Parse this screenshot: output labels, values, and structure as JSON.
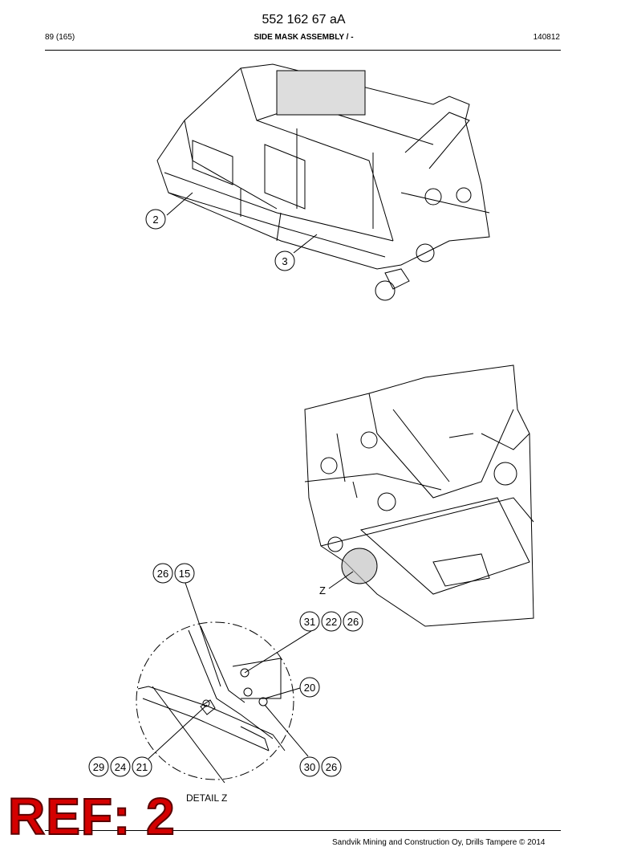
{
  "header": {
    "doc_number": "552 162 67 aA",
    "page": "89 (165)",
    "title": "SIDE MASK ASSEMBLY / -",
    "code": "140812"
  },
  "callouts": {
    "c2": "2",
    "c3": "3",
    "c26a": "26",
    "c15": "15",
    "c31": "31",
    "c22": "22",
    "c26b": "26",
    "c20": "20",
    "c29": "29",
    "c24": "24",
    "c21": "21",
    "c30": "30",
    "c26c": "26"
  },
  "labels": {
    "z": "Z",
    "detail": "DETAIL Z"
  },
  "stamp": "REF: 2",
  "footer": "Sandvik Mining and Construction Oy, Drills Tampere © 2014"
}
